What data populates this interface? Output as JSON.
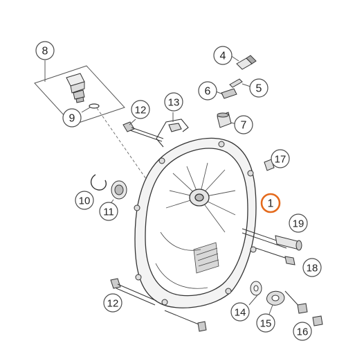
{
  "diagram": {
    "callouts": [
      {
        "id": "c8",
        "label": "8",
        "highlight": false
      },
      {
        "id": "c9",
        "label": "9",
        "highlight": false
      },
      {
        "id": "c4",
        "label": "4",
        "highlight": false
      },
      {
        "id": "c5",
        "label": "5",
        "highlight": false
      },
      {
        "id": "c6",
        "label": "6",
        "highlight": false
      },
      {
        "id": "c7",
        "label": "7",
        "highlight": false
      },
      {
        "id": "c12a",
        "label": "12",
        "highlight": false
      },
      {
        "id": "c13",
        "label": "13",
        "highlight": false
      },
      {
        "id": "c17",
        "label": "17",
        "highlight": false
      },
      {
        "id": "c10",
        "label": "10",
        "highlight": false
      },
      {
        "id": "c11",
        "label": "11",
        "highlight": false
      },
      {
        "id": "c1",
        "label": "1",
        "highlight": true
      },
      {
        "id": "c19",
        "label": "19",
        "highlight": false
      },
      {
        "id": "c18",
        "label": "18",
        "highlight": false
      },
      {
        "id": "c12b",
        "label": "12",
        "highlight": false
      },
      {
        "id": "c14",
        "label": "14",
        "highlight": false
      },
      {
        "id": "c15",
        "label": "15",
        "highlight": false
      },
      {
        "id": "c16",
        "label": "16",
        "highlight": false
      }
    ],
    "colors": {
      "line": "#3a3a3a",
      "callout_stroke": "#4a4a4a",
      "highlight": "#e46a1c",
      "part_fill": "#f2f2f2",
      "shade": "#cfcfcf"
    }
  }
}
